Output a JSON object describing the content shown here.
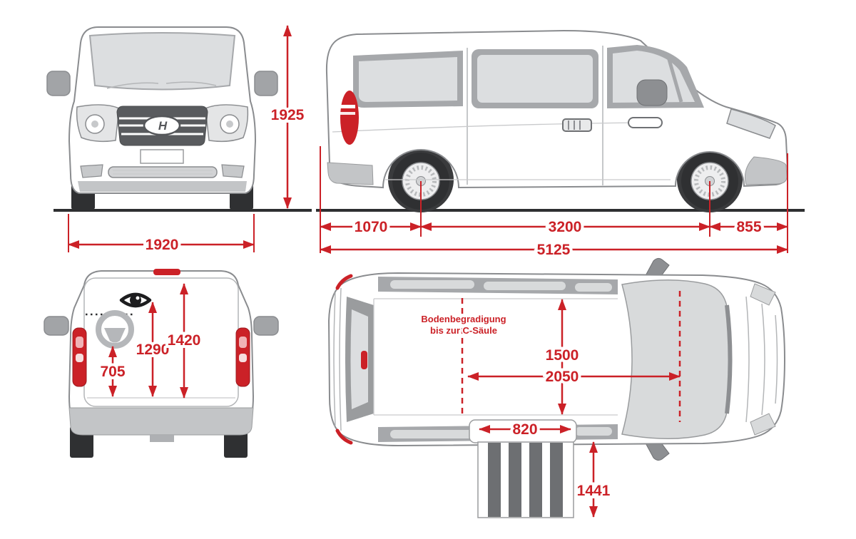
{
  "diagram": {
    "kind": "vehicle-dimension-blueprint",
    "colors": {
      "dimension_red": "#cb2127",
      "outline_gray": "#8a8c8f",
      "glass_gray": "#dcdee0",
      "ground_black": "#2e2f31"
    },
    "icons": [
      "hyundai-logo",
      "eye-icon",
      "steering-wheel-icon"
    ],
    "views": {
      "front": {
        "logo": "H",
        "dims": {
          "overall_height": "1925",
          "overall_width": "1920"
        }
      },
      "side": {
        "dims": {
          "rear_overhang": "1070",
          "wheelbase": "3200",
          "front_overhang": "855",
          "overall_length": "5125"
        }
      },
      "rear": {
        "dims": {
          "lower_height": "705",
          "middle_height": "1290",
          "opening_height": "1420"
        }
      },
      "top": {
        "note_line1": "Bodenbegradigung",
        "note_line2": "bis zur C-Säule",
        "dims": {
          "interior_width": "1500",
          "floor_length": "2050",
          "door_opening_width": "820",
          "ramp_length": "1441"
        }
      }
    }
  }
}
